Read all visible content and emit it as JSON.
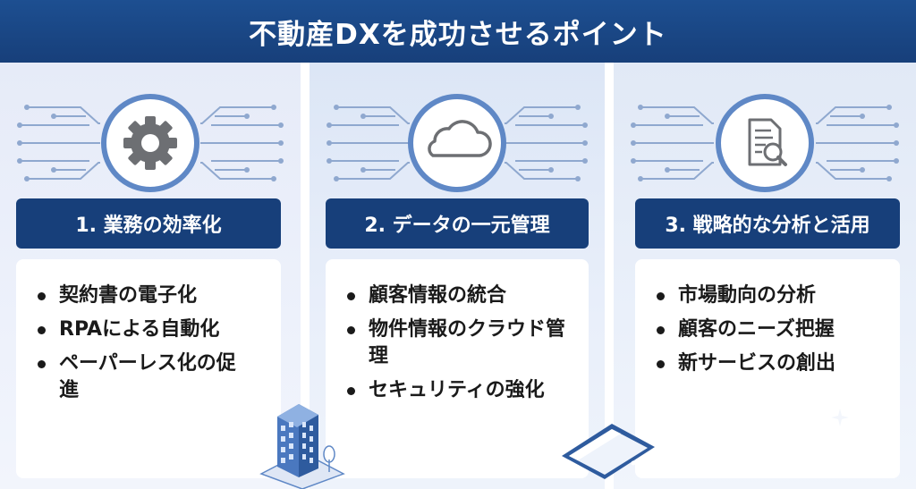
{
  "title": "不動産DXを成功させるポイント",
  "columns": [
    {
      "heading": "1. 業務の効率化",
      "icon": "gear-icon",
      "items": [
        "契約書の電子化",
        "RPAによる自動化",
        "ペーパーレス化の促進"
      ]
    },
    {
      "heading": "2. データの一元管理",
      "icon": "cloud-icon",
      "items": [
        "顧客情報の統合",
        "物件情報のクラウド管理",
        "セキュリティの強化"
      ]
    },
    {
      "heading": "3. 戦略的な分析と活用",
      "icon": "document-search-icon",
      "items": [
        "市場動向の分析",
        "顧客のニーズ把握",
        "新サービスの創出"
      ]
    }
  ],
  "colors": {
    "navy": "#173f7a",
    "circuit": "#8fa8cf",
    "ring": "#5f88c6",
    "background": "#e9eef9"
  }
}
